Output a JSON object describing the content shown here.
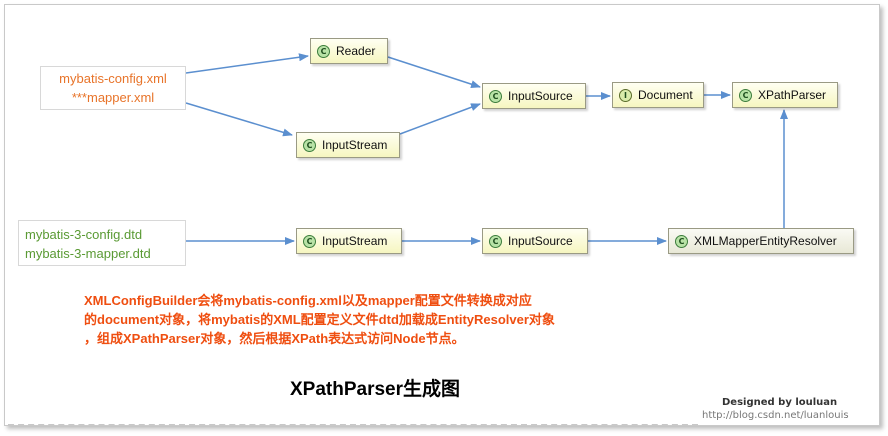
{
  "sources": {
    "config_lines": [
      "mybatis-config.xml",
      "***mapper.xml"
    ],
    "dtd_lines": [
      "mybatis-3-config.dtd",
      "mybatis-3-mapper.dtd"
    ]
  },
  "nodes": {
    "reader": {
      "label": "Reader",
      "badge": "C"
    },
    "input_stream_top": {
      "label": "InputStream",
      "badge": "C"
    },
    "input_source_top": {
      "label": "InputSource",
      "badge": "C"
    },
    "document": {
      "label": "Document",
      "badge": "I"
    },
    "xpath_parser": {
      "label": "XPathParser",
      "badge": "C"
    },
    "input_stream_bottom": {
      "label": "InputStream",
      "badge": "C"
    },
    "input_source_bottom": {
      "label": "InputSource",
      "badge": "C"
    },
    "entity_resolver": {
      "label": "XMLMapperEntityResolver",
      "badge": "C"
    }
  },
  "description": [
    "XMLConfigBuilder会将mybatis-config.xml以及mapper配置文件转换成对应",
    "的document对象，将mybatis的XML配置定义文件dtd加载成EntityResolver对象",
    "，组成XPathParser对象，然后根据XPath表达式访问Node节点。"
  ],
  "caption": "XPathParser生成图",
  "signature": {
    "line1": "Designed by louluan",
    "line2": "http://blog.csdn.net/luanlouis"
  },
  "colors": {
    "arrow": "#5b8fcf",
    "config_text": "#e8742a",
    "dtd_text": "#5a9a34",
    "note_text": "#ef4e10"
  }
}
